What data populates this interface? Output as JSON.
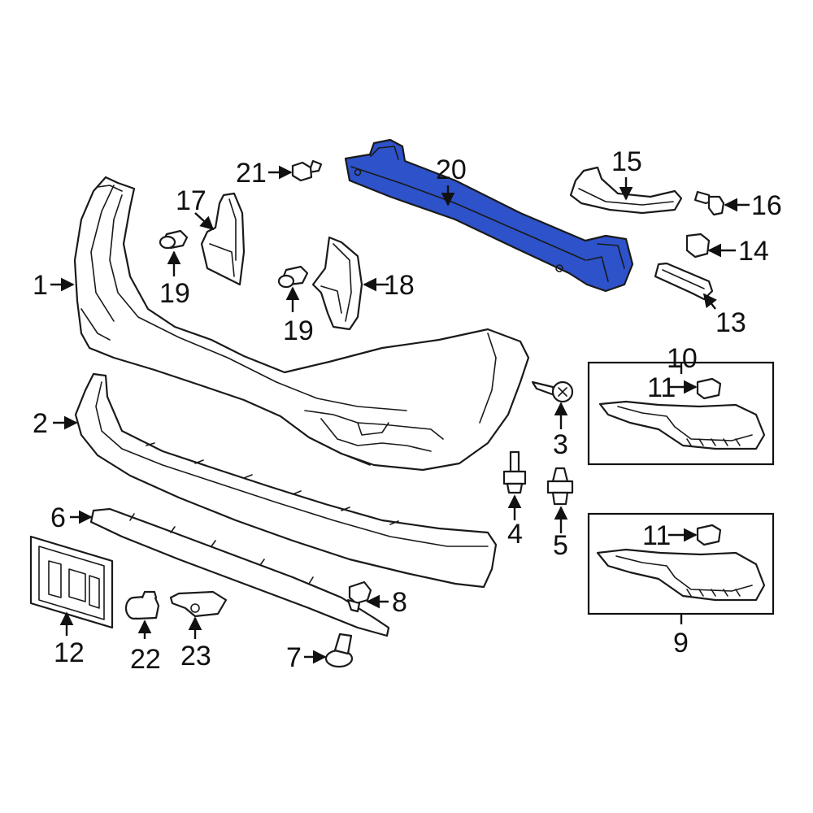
{
  "highlight_color": "#2d52c9",
  "callouts": {
    "c1": "1",
    "c2": "2",
    "c3": "3",
    "c4": "4",
    "c5": "5",
    "c6": "6",
    "c7": "7",
    "c8": "8",
    "c9": "9",
    "c10": "10",
    "c11a": "11",
    "c11b": "11",
    "c12": "12",
    "c13": "13",
    "c14": "14",
    "c15": "15",
    "c16": "16",
    "c17": "17",
    "c18": "18",
    "c19a": "19",
    "c19b": "19",
    "c20": "20",
    "c21": "21",
    "c22": "22",
    "c23": "23"
  }
}
